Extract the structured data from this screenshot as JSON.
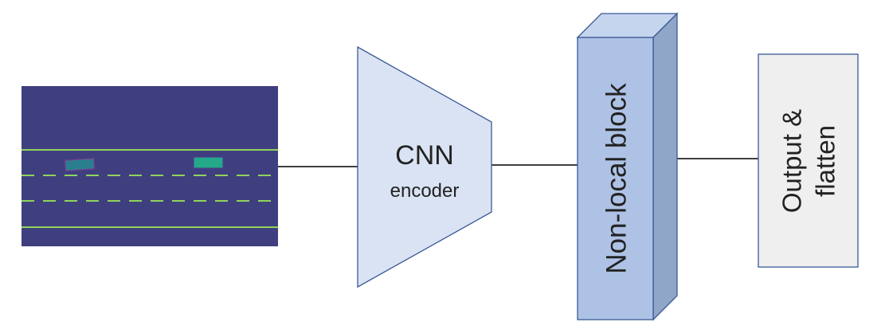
{
  "blocks": {
    "cnn": {
      "title": "CNN",
      "subtitle": "encoder"
    },
    "nonlocal": {
      "label": "Non-local block"
    },
    "output": {
      "line1": "Output &",
      "line2": "flatten"
    }
  },
  "colors": {
    "road_background": "#3f3f80",
    "road_lines": "#8fd45a",
    "vehicle_left": "#2a7f8e",
    "vehicle_right": "#23a98a",
    "cnn_fill": "#dae3f3",
    "nonlocal_front": "#aec2e6",
    "nonlocal_top": "#c6d5ee",
    "nonlocal_side": "#8fa6c8",
    "output_fill": "#efefef",
    "border": "#3b5a94"
  },
  "icons": {
    "input": "road-scene-image",
    "vehicles": [
      "vehicle-icon",
      "vehicle-icon"
    ]
  }
}
